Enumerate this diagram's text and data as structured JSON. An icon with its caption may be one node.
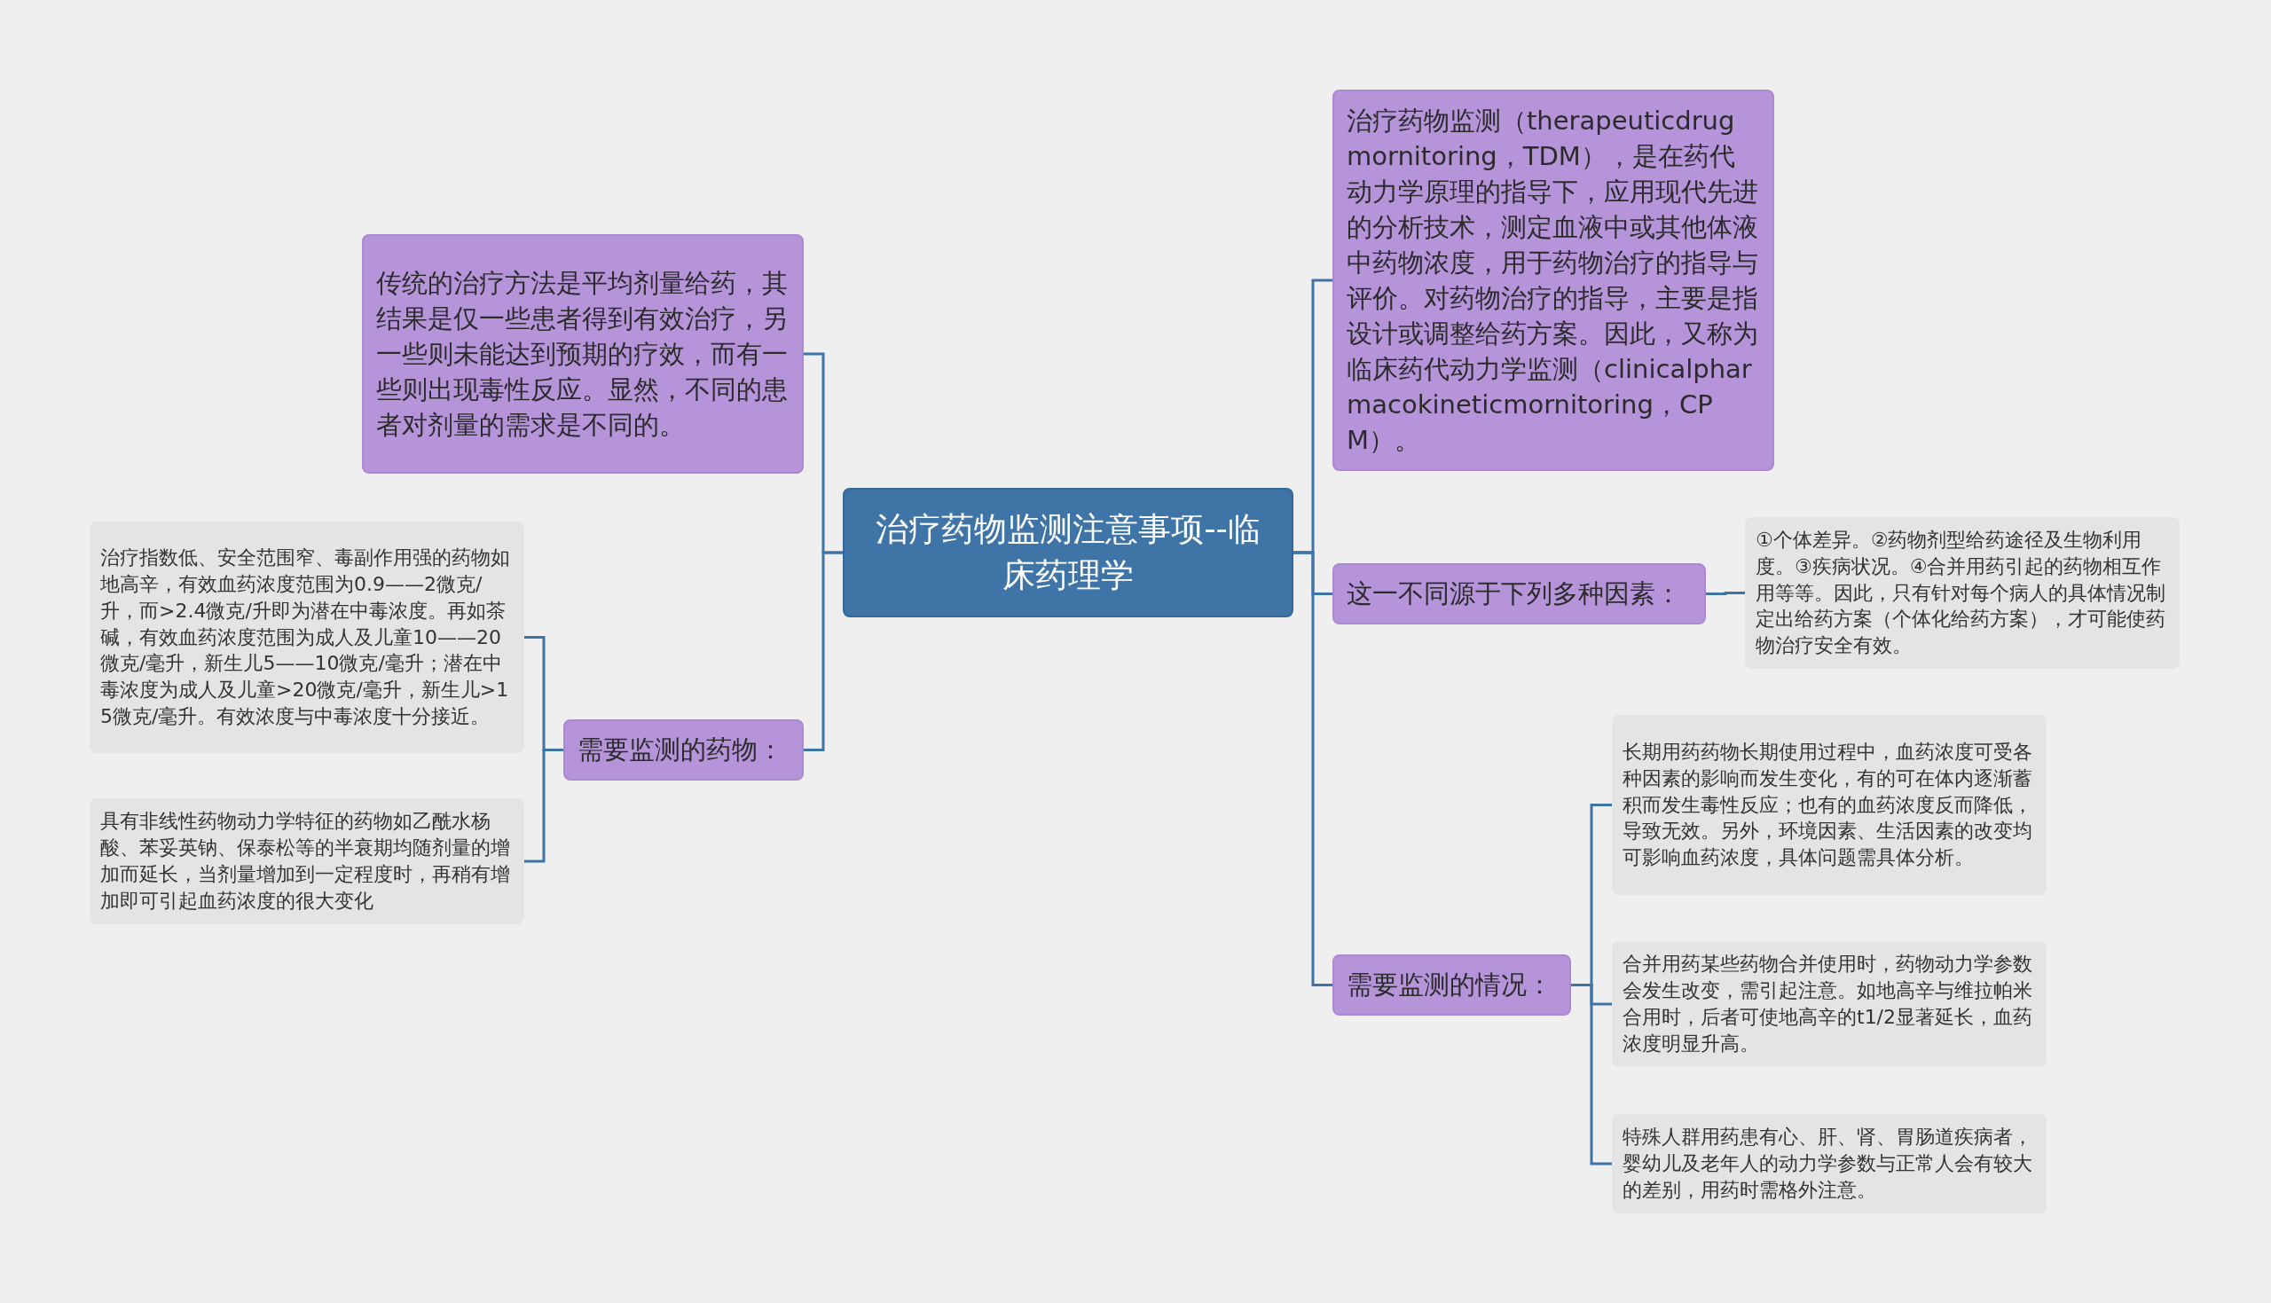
{
  "diagram": {
    "nodes": [
      {
        "text": [
          "治疗药物监测注意事项--临床药理学"
        ]
      },
      {
        "text": [
          "传统的治疗方法是平均剂量给药，其结果是仅一些患者得到有效治疗，另一些则未能达到预期的疗效，而有一些则出现毒性反应。显然，不同的患者对剂量的需求是不同的。"
        ]
      },
      {
        "text": [
          "需要监测的药物："
        ]
      },
      {
        "text": [
          "治疗指数低、安全范围窄、毒副作用强的药物如地高辛，有效血药浓度范围为0.9——2微克/升，而>2.4微克/升即为潜在中毒浓度。再如茶碱，有效血药浓度范围为成人及儿童10——20微克/毫升，新生儿5——10微克/毫升；潜在中毒浓度为成人及儿童>20微克/毫升，新生儿>15微克/毫升。有效浓度与中毒浓度十分接近。"
        ]
      },
      {
        "text": [
          "具有非线性药物动力学特征的药物如乙酰水杨酸、苯妥英钠、保泰松等的半衰期均随剂量的增加而延长，当剂量增加到一定程度时，再稍有增加即可引起血药浓度的很大变化"
        ]
      },
      {
        "text": [
          "治疗药物监测（therapeuticdrug mornitoring，TDM），是在药代动力学原理的指导下，应用现代先进的分析技术，测定血液中或其他体液中药物浓度，用于药物治疗的指导与评价。对药物治疗的指导，主要是指设计或调整给药方案。因此，又称为临床药代动力学监测（clinicalpharmacokineticmornitoring，CPM）。"
        ]
      },
      {
        "text": [
          "这一不同源于下列多种因素："
        ]
      },
      {
        "text": [
          "①个体差异。②药物剂型给药途径及生物利用度。③疾病状况。④合并用药引起的药物相互作用等等。因此，只有针对每个病人的具体情况制定出给药方案（个体化给药方案），才可能使药物治疗安全有效。"
        ]
      },
      {
        "text": [
          "需要监测的情况："
        ]
      },
      {
        "text": [
          "长期用药药物长期使用过程中，血药浓度可受各种因素的影响而发生变化，有的可在体内逐渐蓄积而发生毒性反应；也有的血药浓度反而降低，导致无效。另外，环境因素、生活因素的改变均可影响血药浓度，具体问题需具体分析。"
        ]
      },
      {
        "text": [
          "合并用药某些药物合并使用时，药物动力学参数会发生改变，需引起注意。如地高辛与维拉帕米合用时，后者可使地高辛的t1/2显著延长，血药浓度明显升高。"
        ]
      },
      {
        "text": [
          "特殊人群用药患有心、肝、肾、胃肠道疾病者，婴幼儿及老年人的动力学参数与正常人会有较大的差别，用药时需格外注意。"
        ]
      }
    ],
    "edges": [
      {
        "from": 0,
        "to": 1,
        "arrow": "none"
      },
      {
        "from": 0,
        "to": 2,
        "arrow": "none"
      },
      {
        "from": 2,
        "to": 3,
        "arrow": "none"
      },
      {
        "from": 2,
        "to": 4,
        "arrow": "none"
      },
      {
        "from": 0,
        "to": 5,
        "arrow": "none"
      },
      {
        "from": 0,
        "to": 6,
        "arrow": "none"
      },
      {
        "from": 6,
        "to": 7,
        "arrow": "none"
      },
      {
        "from": 0,
        "to": 8,
        "arrow": "none"
      },
      {
        "from": 8,
        "to": 9,
        "arrow": "none"
      },
      {
        "from": 8,
        "to": 10,
        "arrow": "none"
      },
      {
        "from": 8,
        "to": 11,
        "arrow": "none"
      }
    ]
  }
}
